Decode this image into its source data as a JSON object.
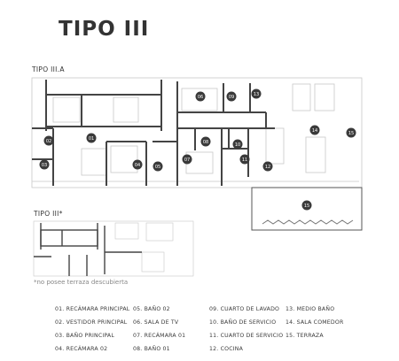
{
  "title": "TIPO III",
  "plan_a_label": "TIPO III.A",
  "plan_b_label": "TIPO III*",
  "note": "*no posee terraza descubierta",
  "room_markers": [
    "01",
    "02",
    "03",
    "04",
    "05",
    "06",
    "07",
    "08",
    "09",
    "10",
    "11",
    "12",
    "13",
    "14",
    "15",
    "15"
  ],
  "legend": [
    [
      "01. RECÁMARA PRINCIPAL",
      "02. VESTIDOR PRINCIPAL",
      "03. BAÑO PRINCIPAL",
      "04. RECÁMARA 02"
    ],
    [
      "05. BAÑO 02",
      "06. SALA DE TV",
      "07. RECÁMARA 01",
      "08. BAÑO 01"
    ],
    [
      "09. CUARTO DE LAVADO",
      "10. BAÑO DE SERVICIO",
      "11. CUARTO DE SERVICIO",
      "12. COCINA"
    ],
    [
      "13. MEDIO BAÑO",
      "14. SALA COMEDOR",
      "15. TERRAZA"
    ]
  ]
}
